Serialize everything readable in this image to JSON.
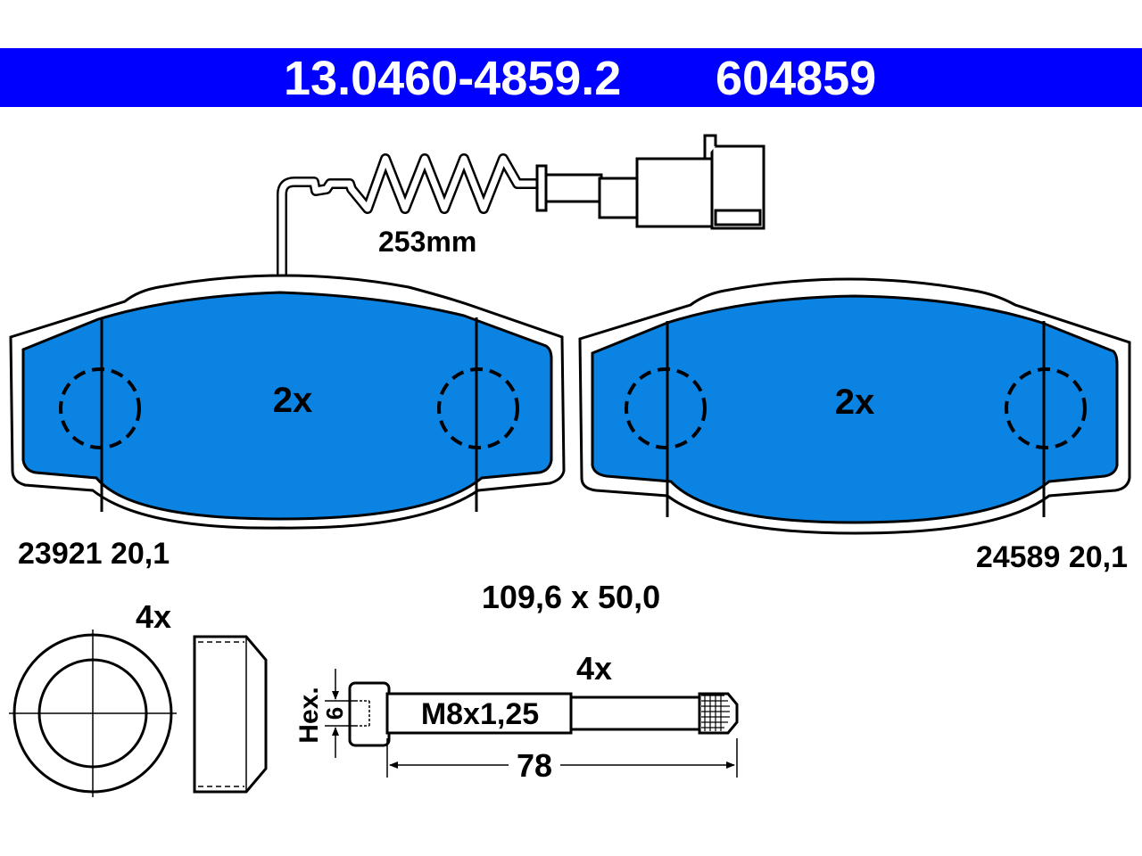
{
  "header": {
    "part_number": "13.0460-4859.2",
    "ref_number": "604859",
    "background_color": "#0000ff",
    "text_color": "#ffffff"
  },
  "sensor": {
    "cable_length": "253mm"
  },
  "pads": {
    "fill_color": "#0a83e2",
    "left": {
      "quantity": "2x",
      "spec": "23921 20,1"
    },
    "right": {
      "quantity": "2x",
      "spec": "24589 20,1"
    },
    "dimensions": "109,6 x 50,0"
  },
  "accessories": {
    "sleeve_quantity": "4x",
    "bolt_quantity": "4x",
    "thread": "M8x1,25",
    "hex_label": "Hex.",
    "hex_size": "6",
    "length": "78"
  }
}
